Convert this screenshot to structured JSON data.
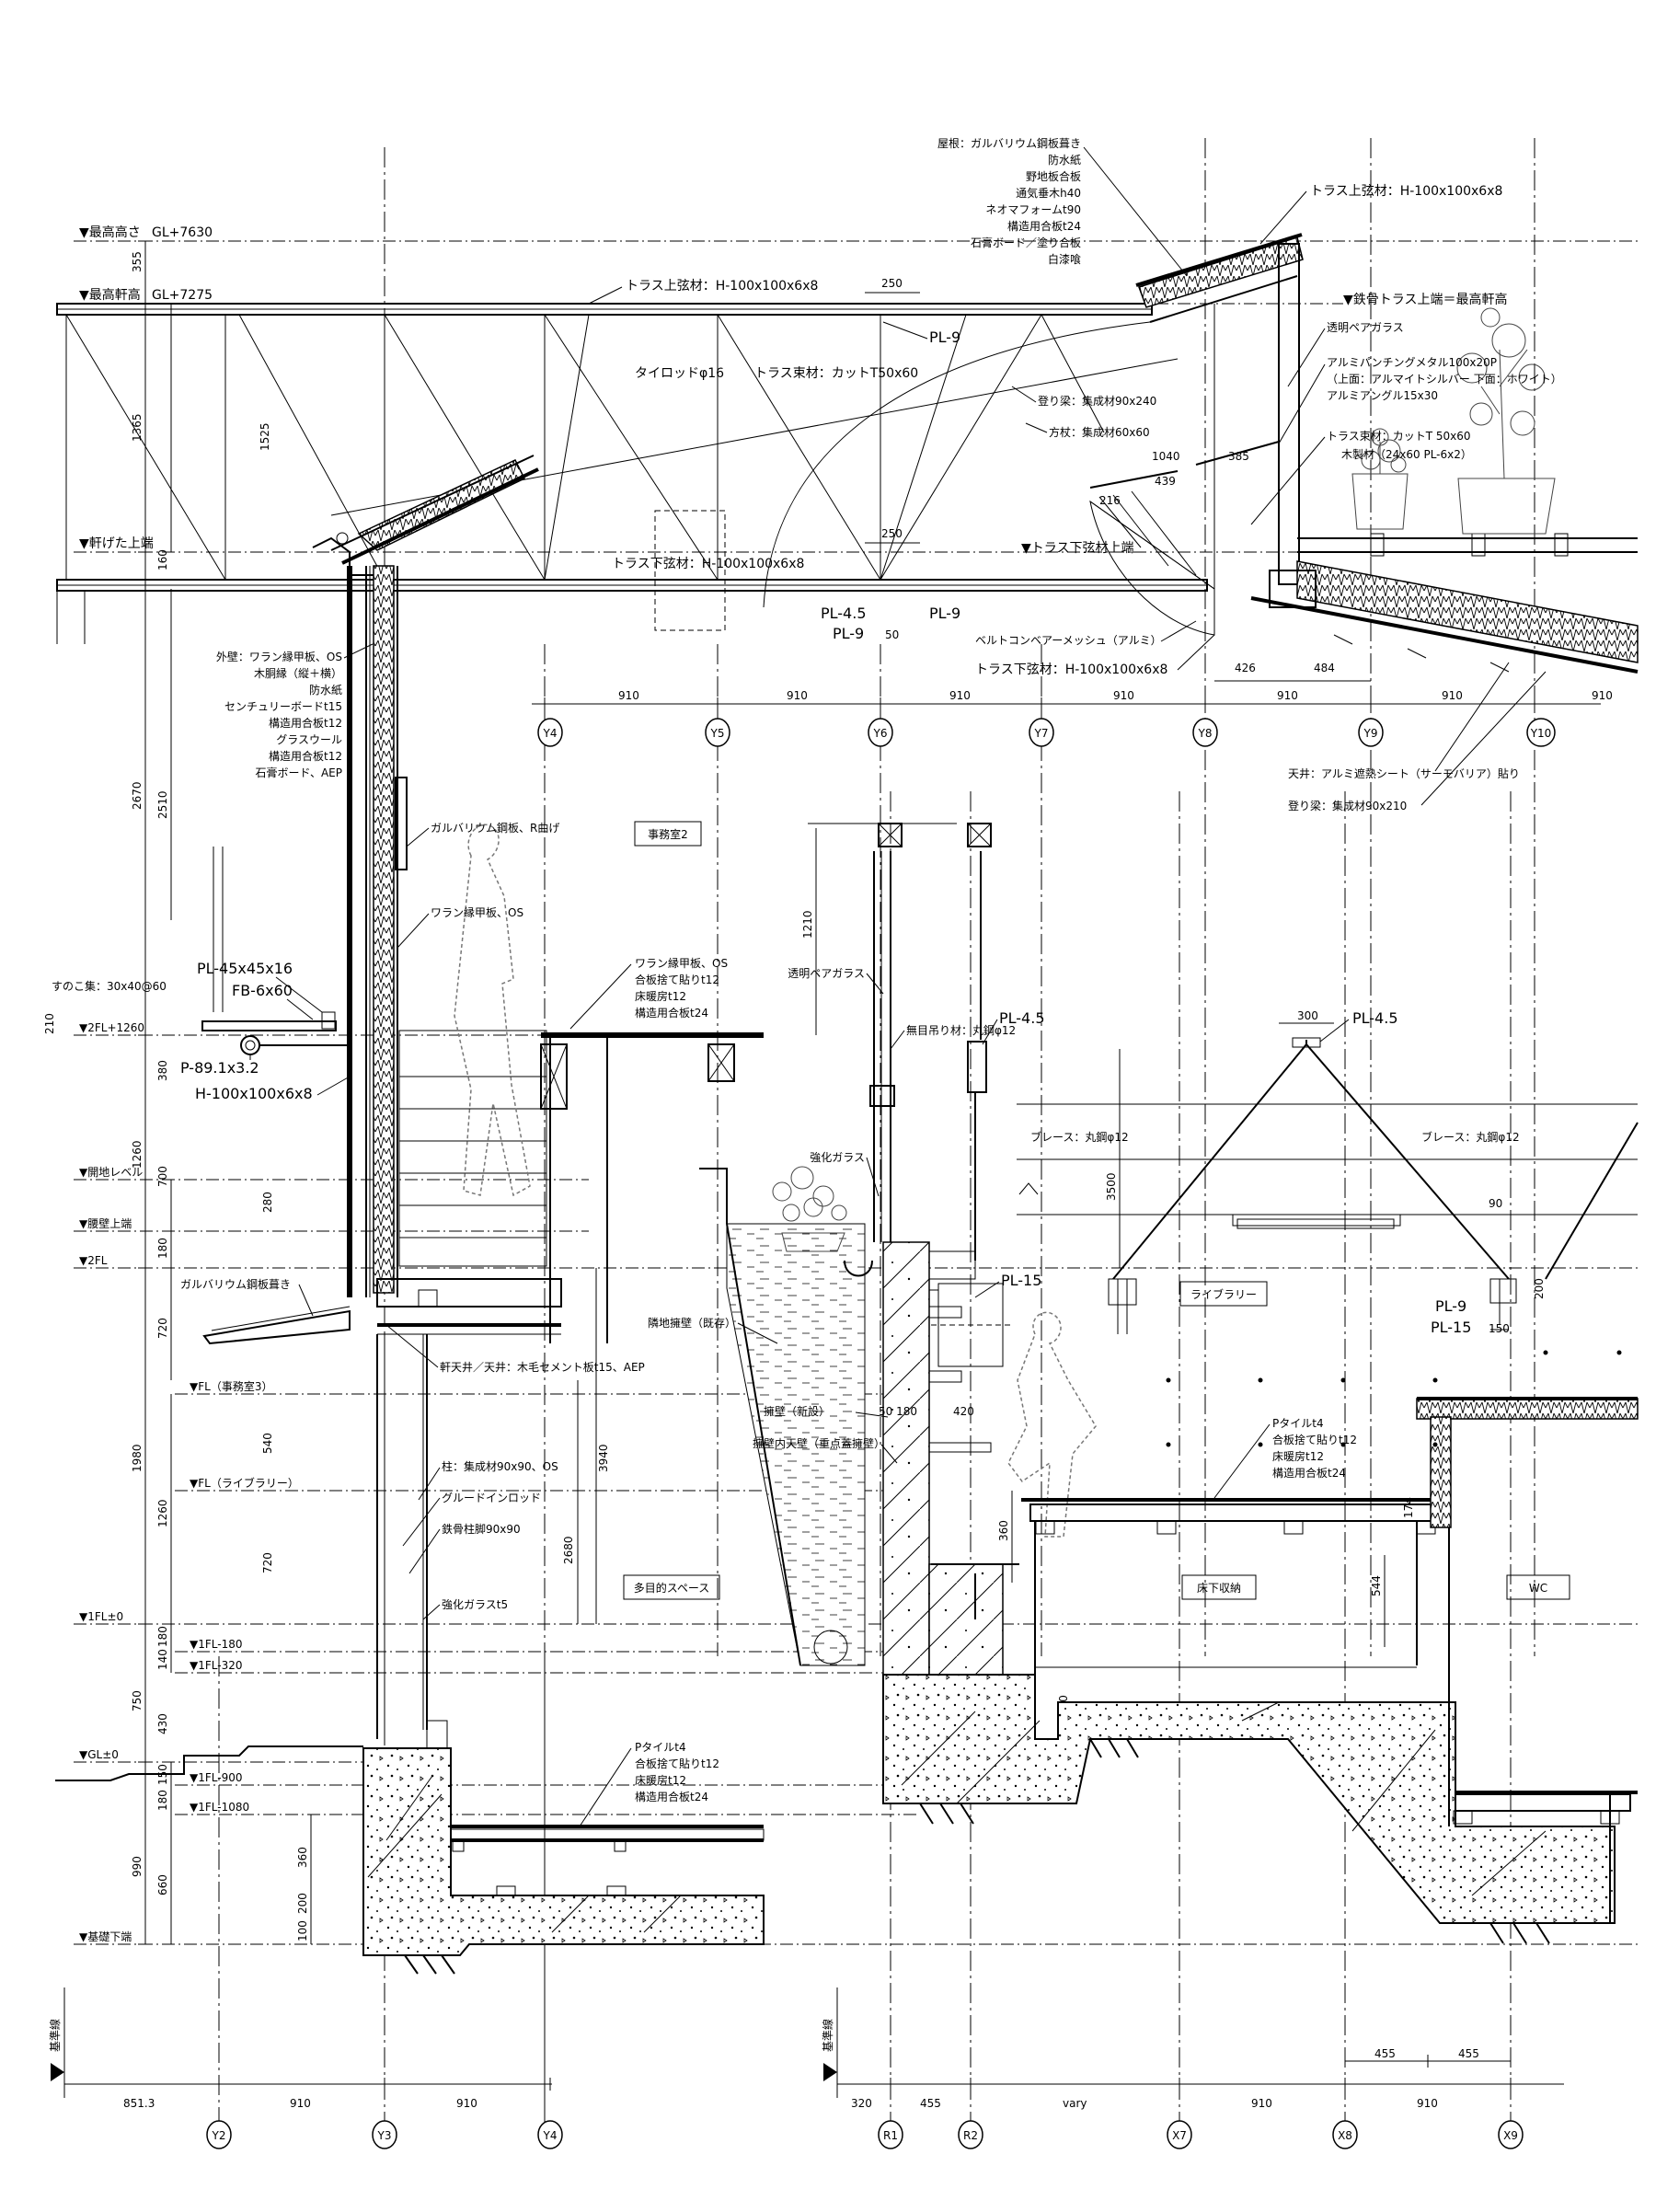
{
  "levels": {
    "max_height": "▼最高高さ",
    "max_height_value": "GL+7630",
    "max_eave": "▼最高軒高",
    "max_eave_value": "GL+7275",
    "eave_top": "▼軒げた上端",
    "truss_bottom_chord_top": "▼トラス下弦材上端",
    "steel_truss_top": "▼鉄骨トラス上端＝最高軒高",
    "fl2_1260": "▼2FL+1260",
    "sill_level": "▼開地レベル",
    "handrail_top": "▼腰壁上端",
    "fl2": "▼2FL",
    "fl_office3": "▼FL（事務室3）",
    "fl_library": "▼FL（ライブラリー）",
    "fl1": "▼1FL±0",
    "fl1_m180": "▼1FL-180",
    "fl1_m320": "▼1FL-320",
    "gl": "▼GL±0",
    "fl1_m900": "▼1FL-900",
    "fl1_m1080": "▼1FL-1080",
    "foundation_bottom": "▼基礎下端"
  },
  "vertical_dims": [
    "355",
    "1365",
    "1525",
    "160",
    "2670",
    "2510",
    "210",
    "380",
    "1260",
    "700",
    "280",
    "180",
    "720",
    "540",
    "1980",
    "1260",
    "720",
    "180",
    "140",
    "750",
    "430",
    "150",
    "180",
    "990",
    "660",
    "360",
    "200",
    "100",
    "3940",
    "2680",
    "1210",
    "3500",
    "360",
    "544",
    "200",
    "300",
    "174"
  ],
  "dims_misc": {
    "d250a": "250",
    "d250b": "250",
    "d50": "50",
    "d1040": "1040",
    "d385": "385",
    "d439": "439",
    "d216": "216",
    "d426": "426",
    "d484": "484",
    "d300": "300",
    "d420": "420",
    "d50_180": "50 180",
    "d90": "90",
    "d200": "200",
    "d150": "150"
  },
  "upper_axis": {
    "dims": [
      "910",
      "910",
      "910",
      "910",
      "910",
      "910",
      "910"
    ],
    "labels": [
      "Y4",
      "Y5",
      "Y6",
      "Y7",
      "Y8",
      "Y9",
      "Y10"
    ]
  },
  "bottom_left_axis": {
    "dims": [
      "851.3",
      "910",
      "910"
    ],
    "labels": [
      "Y2",
      "Y3",
      "Y4"
    ],
    "ref": "基準線"
  },
  "bottom_right_axis": {
    "dims": [
      "320",
      "455",
      "vary",
      "910",
      "910"
    ],
    "top_dims": [
      "455",
      "455"
    ],
    "labels": [
      "R1",
      "R2",
      "X7",
      "X8",
      "X9"
    ],
    "ref": "基準線"
  },
  "rooms": {
    "office2": "事務室2",
    "library": "ライブラリー",
    "multipurpose": "多目的スペース",
    "underfloor": "床下収納",
    "wc": "WC"
  },
  "annotations": {
    "roof_spec": [
      "屋根：ガルバリウム鋼板葺き",
      "防水紙",
      "野地板合板",
      "通気垂木h40",
      "ネオマフォームt90",
      "構造用合板t24",
      "石膏ボード／塗り合板",
      "白漆喰"
    ],
    "truss_top_chord": "トラス上弦材：H-100x100x6x8",
    "truss_top_chord_r": "トラス上弦材：H-100x100x6x8",
    "pl9": "PL-9",
    "tie_rod": "タイロッドφ16",
    "truss_web": "トラス束材：カットT50x60",
    "rafter": "登り梁：集成材90x240",
    "purlin": "方杖：集成材60x60",
    "pair_glass": "透明ペアガラス",
    "punching_metal": [
      "アルミパンチングメタル100x20P",
      "（上面：アルマイトシルバー 下面：ホワイト）",
      "アルミアングル15x30"
    ],
    "truss_web_r": "トラス束材：カットT 50x60",
    "wood_truss": "木製材（24x60 PL-6x2）",
    "truss_bottom_label": "トラス下弦材：H-100x100x6x8",
    "pl45": "PL-4.5",
    "pl9b": "PL-9",
    "pl9c": "PL-9",
    "belt_mesh": "ベルトコンベアーメッシュ（アルミ）",
    "truss_bottom_r": "トラス下弦材：H-100x100x6x8",
    "ceiling_sheet": "天井：アルミ遮熱シート（サーモバリア）貼り",
    "rafter_r": "登り梁：集成材90x210",
    "ext_wall": [
      "外壁：ワラン縁甲板、OS",
      "木胴縁（縦＋横）",
      "防水紙",
      "センチュリーボードt15",
      "構造用合板t12",
      "グラスウール",
      "構造用合板t12",
      "石膏ボード、AEP"
    ],
    "galv_r": "ガルバリウム鋼板、R曲げ",
    "wallan_os": "ワラン縁甲板、OS",
    "suno": "すのこ集：30x40@60",
    "pl45x45": "PL-45x45x16",
    "fb6x60": "FB-6x60",
    "p89": "P-89.1x3.2",
    "h100": "H-100x100x6x8",
    "floor_spec2": [
      "ワラン縁甲板、OS",
      "合板捨て貼りt12",
      "床暖房t12",
      "構造用合板t24"
    ],
    "galv_roof": "ガルバリウム鋼板葺き",
    "soffit": "軒天井／天井：木毛セメント板t15、AEP",
    "column": "柱：集成材90x90、OS",
    "glued_rod": "グルードインロッド",
    "steel_col": "鉄骨柱脚90x90",
    "tempered_glass5": "強化ガラスt5",
    "floor_spec1": [
      "Pタイルt4",
      "合板捨て貼りt12",
      "床暖房t12",
      "構造用合板t24"
    ],
    "pair_glass2": "透明ペアガラス",
    "glass_hanger": "無目吊り材：丸鋼φ12",
    "pl45b": "PL-4.5",
    "pl45c": "PL-4.5",
    "tempered_glass": "強化ガラス",
    "brace1": "ブレース：丸鋼φ12",
    "brace2": "ブレース：丸鋼φ12",
    "pl15": "PL-15",
    "pl9d": "PL-9",
    "pl15b": "PL-15",
    "retaining": "隣地擁壁（既存）",
    "retaining_new": "擁壁（新設）",
    "retaining_inner": "擁壁内天壁（重点蓋擁壁）",
    "floor_spec3": [
      "Pタイルt4",
      "合板捨て貼りt12",
      "床暖房t12",
      "構造用合板t24"
    ]
  },
  "colors": {
    "line": "#000000",
    "paper": "#ffffff",
    "figure": "#777777"
  }
}
